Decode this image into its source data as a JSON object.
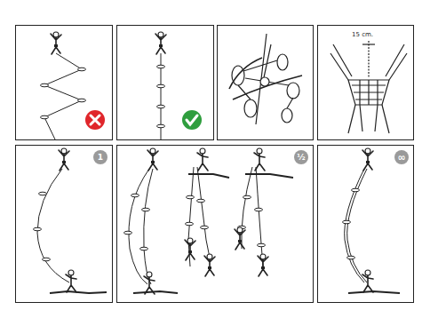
{
  "diagram": {
    "nodes": [
      {
        "text": [
          "1"
        ]
      },
      {
        "text": [
          "½"
        ]
      },
      {
        "text": [
          "∞"
        ]
      }
    ],
    "labels": [
      "15 cm."
    ]
  }
}
